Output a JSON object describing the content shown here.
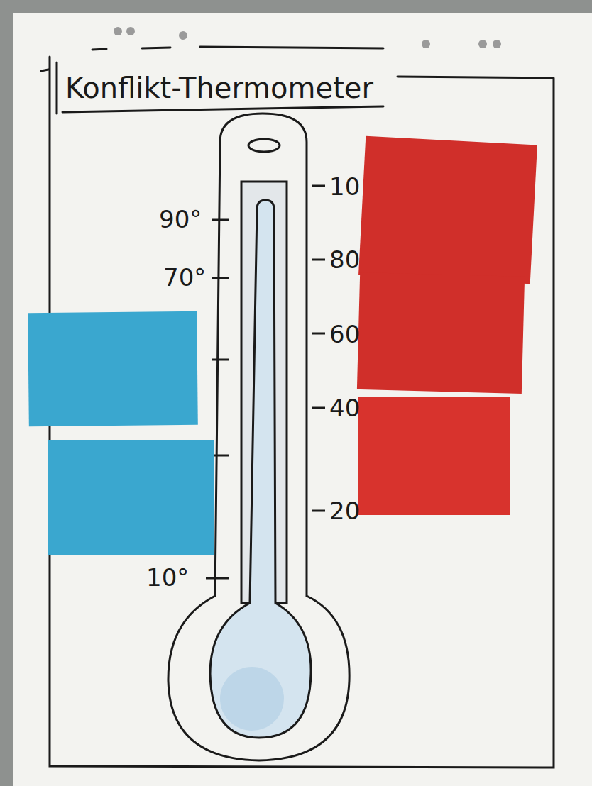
{
  "diagram": {
    "title": "Konflikt-Thermometer",
    "labels": [
      "10",
      "90°",
      "80",
      "70°",
      "60",
      "40",
      "20",
      "10°"
    ]
  }
}
